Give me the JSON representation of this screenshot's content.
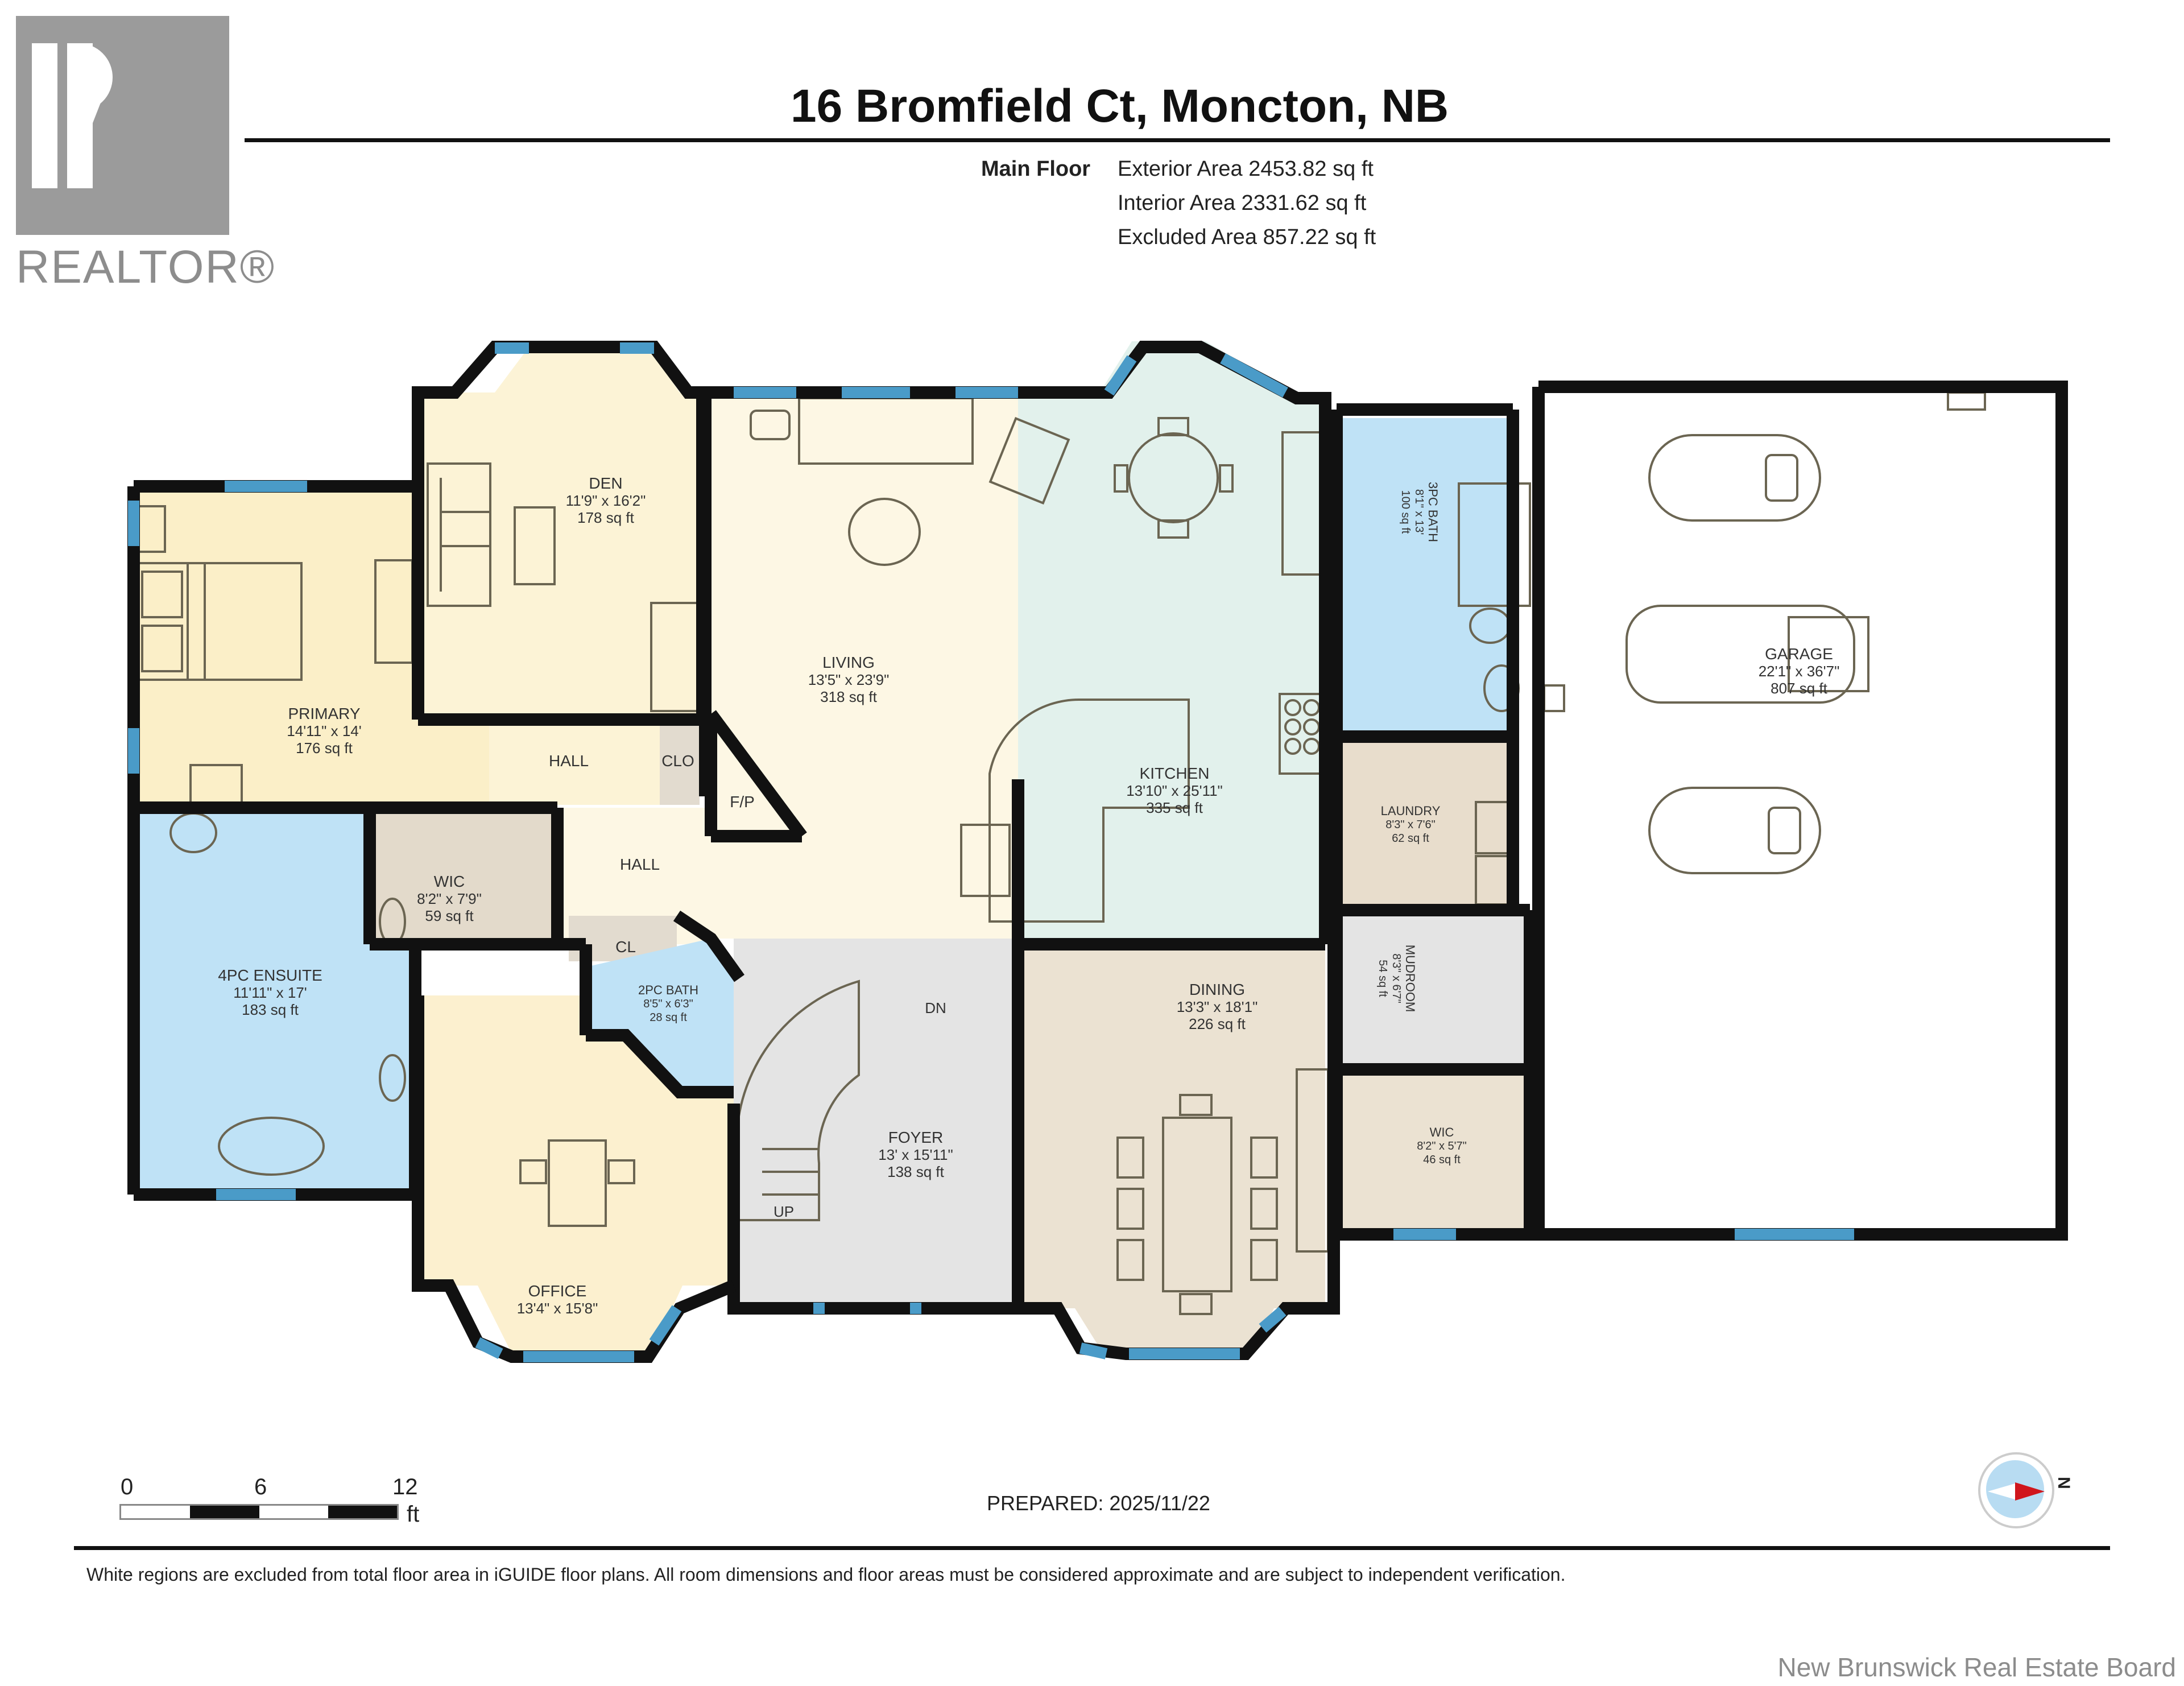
{
  "header": {
    "logo_text": "REALTOR®",
    "logo_letter": "R",
    "title": "16 Bromfield Ct, Moncton, NB",
    "floor_name": "Main Floor",
    "areas": [
      "Exterior Area 2453.82 sq ft",
      "Interior Area 2331.62 sq ft",
      "Excluded Area 857.22 sq ft"
    ]
  },
  "rooms": {
    "den": {
      "name": "DEN",
      "dims": "11'9\" x 16'2\"",
      "area": "178 sq ft",
      "fill": "#fcf3d6"
    },
    "primary": {
      "name": "PRIMARY",
      "dims": "14'11\" x 14'",
      "area": "176 sq ft",
      "fill": "#fbefc8"
    },
    "living": {
      "name": "LIVING",
      "dims": "13'5\" x 23'9\"",
      "area": "318 sq ft",
      "fill": "#fdf7e4"
    },
    "kitchen": {
      "name": "KITCHEN",
      "dims": "13'10\" x 25'11\"",
      "area": "335 sq ft",
      "fill": "#e2f1ec"
    },
    "bath3pc": {
      "name": "3PC BATH",
      "dims": "8'1\" x 13'",
      "area": "100 sq ft",
      "fill": "#bfe2f6"
    },
    "laundry": {
      "name": "LAUNDRY",
      "dims": "8'3\" x 7'6\"",
      "area": "62 sq ft",
      "fill": "#e8ddcc"
    },
    "garage": {
      "name": "GARAGE",
      "dims": "22'1\" x 36'7\"",
      "area": "807 sq ft",
      "fill": "#ffffff"
    },
    "hall_upper": {
      "name": "HALL",
      "fill": "#fcf3d6"
    },
    "clo": {
      "name": "CLO",
      "fill": "#e2dbcf"
    },
    "fp": {
      "name": "F/P",
      "fill": "#fdf7e4"
    },
    "hall_lower": {
      "name": "HALL",
      "fill": "#fdf7e4"
    },
    "cl": {
      "name": "CL",
      "fill": "#e2dbcf"
    },
    "wic1": {
      "name": "WIC",
      "dims": "8'2\" x 7'9\"",
      "area": "59 sq ft",
      "fill": "#e3dacb"
    },
    "ensuite": {
      "name": "4PC ENSUITE",
      "dims": "11'11\" x 17'",
      "area": "183 sq ft",
      "fill": "#bfe2f6"
    },
    "bath2pc": {
      "name": "2PC BATH",
      "dims": "8'5\" x 6'3\"",
      "area": "28 sq ft",
      "fill": "#bfe2f6"
    },
    "office": {
      "name": "OFFICE",
      "dims": "13'4\" x 15'8\"",
      "fill": "#fcf0cf"
    },
    "foyer": {
      "name": "FOYER",
      "dims": "13' x 15'11\"",
      "area": "138 sq ft",
      "fill": "#e4e4e4"
    },
    "dining": {
      "name": "DINING",
      "dims": "13'3\" x 18'1\"",
      "area": "226 sq ft",
      "fill": "#ebe2d2"
    },
    "mudroom": {
      "name": "MUDROOM",
      "dims": "8'3\" x 6'7\"",
      "area": "54 sq ft",
      "fill": "#e4e4e4"
    },
    "wic2": {
      "name": "WIC",
      "dims": "8'2\" x 5'7\"",
      "area": "46 sq ft",
      "fill": "#ebe2d2"
    }
  },
  "stairs": {
    "down_label": "DN",
    "up_label": "UP"
  },
  "colors": {
    "wall": "#111111",
    "window": "#4a9bc8",
    "furniture_stroke": "#6b6552"
  },
  "scale_bar": {
    "ticks": [
      "0",
      "6",
      "12"
    ],
    "unit": "ft"
  },
  "prepared": "PREPARED: 2025/11/22",
  "compass": {
    "label": "N"
  },
  "disclaimer": "White regions are excluded from total floor area in iGUIDE floor plans. All room dimensions and floor areas must be considered approximate and are subject to independent verification.",
  "watermark": "New Brunswick Real Estate Board"
}
